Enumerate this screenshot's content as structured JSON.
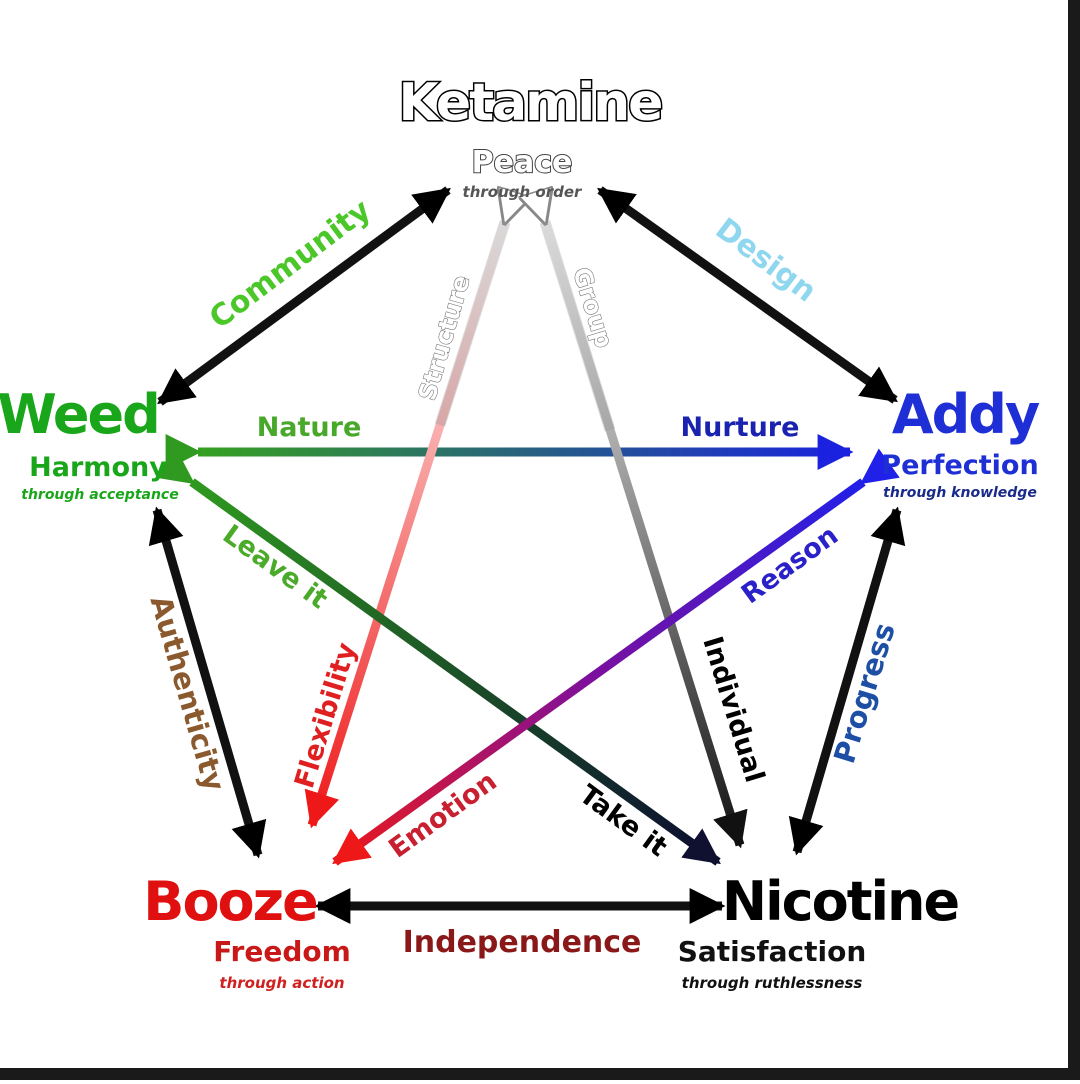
{
  "nodes": {
    "ketamine": {
      "name": "Ketamine",
      "virtue": "Peace",
      "method": "through order",
      "color": "#000000"
    },
    "weed": {
      "name": "Weed",
      "virtue": "Harmony",
      "method": "through acceptance",
      "color": "#1aa61a"
    },
    "addy": {
      "name": "Addy",
      "virtue": "Perfection",
      "method": "through knowledge",
      "color": "#1e2fd6"
    },
    "booze": {
      "name": "Booze",
      "virtue": "Freedom",
      "method": "through action",
      "color": "#e01010"
    },
    "nicotine": {
      "name": "Nicotine",
      "virtue": "Satisfaction",
      "method": "through ruthlessness",
      "color": "#000000"
    }
  },
  "edges": {
    "community": "Community",
    "design": "Design",
    "structure": "Structure",
    "group": "Group",
    "nature": "Nature",
    "nurture": "Nurture",
    "leave_it": "Leave it",
    "reason": "Reason",
    "authenticity": "Authenticity",
    "flexibility": "Flexibility",
    "emotion": "Emotion",
    "individual": "Individual",
    "take_it": "Take it",
    "progress": "Progress",
    "independence": "Independence"
  },
  "colors": {
    "community": "#4cc72a",
    "design": "#8fd6ef",
    "structure": "#ffffff",
    "group": "#ffffff",
    "nature": "#48a82a",
    "nurture": "#1a22b0",
    "leave_it": "#4aaa2a",
    "reason": "#2a22c8",
    "authenticity": "#8a5a2e",
    "flexibility": "#e02020",
    "emotion": "#c82030",
    "individual": "#000000",
    "take_it": "#000000",
    "progress": "#1d4fa5",
    "independence": "#8a1818"
  }
}
